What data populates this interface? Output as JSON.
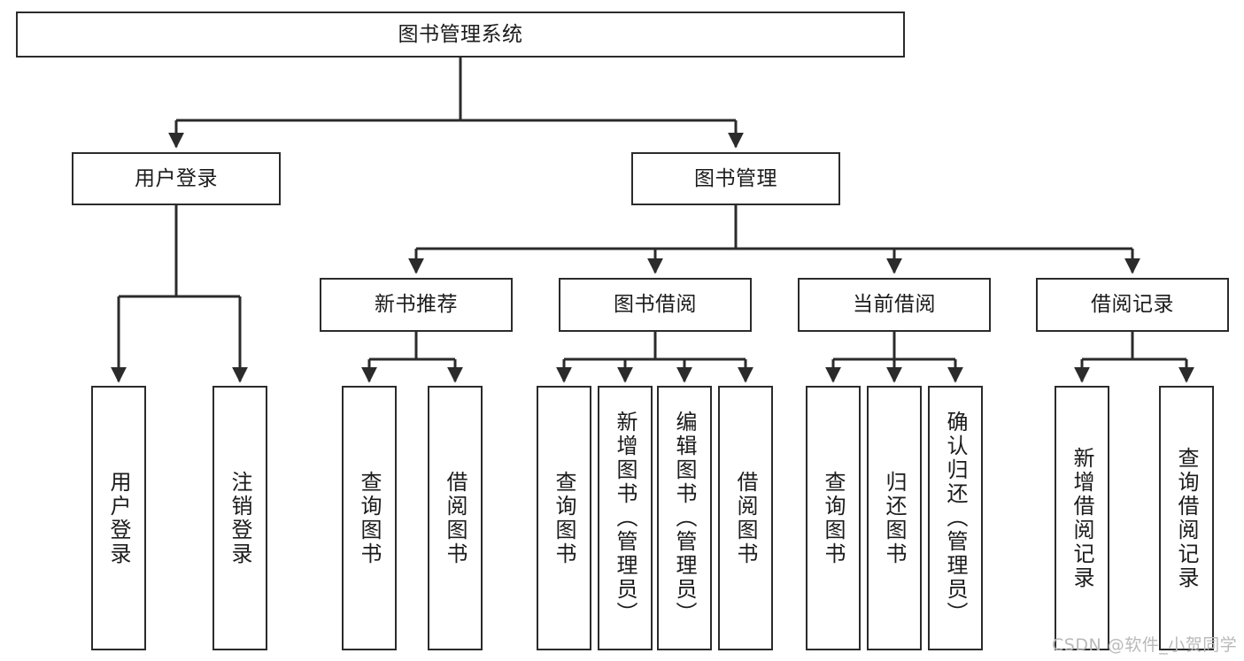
{
  "diagram": {
    "type": "tree-hierarchy-functional-structure",
    "title": "图书管理系统",
    "stroke_color": "#2b2b2b",
    "background_color": "#ffffff",
    "text_color": "#1b1b1b",
    "watermark": "CSDN @软件_小贺同学",
    "watermark_color": "#b9b9b9",
    "levels": 4
  },
  "nodes": {
    "root": {
      "label": "图书管理系统"
    },
    "level2": [
      {
        "id": "user-login",
        "label": "用户登录"
      },
      {
        "id": "book-management",
        "label": "图书管理"
      }
    ],
    "level3": [
      {
        "id": "new-book-recommend",
        "label": "新书推荐"
      },
      {
        "id": "book-borrow",
        "label": "图书借阅"
      },
      {
        "id": "current-borrow",
        "label": "当前借阅"
      },
      {
        "id": "borrow-record",
        "label": "借阅记录"
      }
    ],
    "leaves": {
      "user_login": [
        {
          "id": "leaf-user-login",
          "label": "用户登录"
        },
        {
          "id": "leaf-logout-login",
          "label": "注销登录"
        }
      ],
      "new_book_recommend": [
        {
          "id": "leaf-query-book-1",
          "label": "查询图书"
        },
        {
          "id": "leaf-borrow-book-1",
          "label": "借阅图书"
        }
      ],
      "book_borrow": [
        {
          "id": "leaf-query-book-2",
          "label": "查询图书"
        },
        {
          "id": "leaf-add-book",
          "label": "新增图书（管理员）"
        },
        {
          "id": "leaf-edit-book",
          "label": "编辑图书（管理员）"
        },
        {
          "id": "leaf-borrow-book-2",
          "label": "借阅图书"
        }
      ],
      "current_borrow": [
        {
          "id": "leaf-query-book-3",
          "label": "查询图书"
        },
        {
          "id": "leaf-return-book",
          "label": "归还图书"
        },
        {
          "id": "leaf-confirm-return",
          "label": "确认归还（管理员）"
        }
      ],
      "borrow_record": [
        {
          "id": "leaf-add-borrow-record",
          "label": "新增借阅记录"
        },
        {
          "id": "leaf-query-borrow-record",
          "label": "查询借阅记录"
        }
      ]
    }
  }
}
